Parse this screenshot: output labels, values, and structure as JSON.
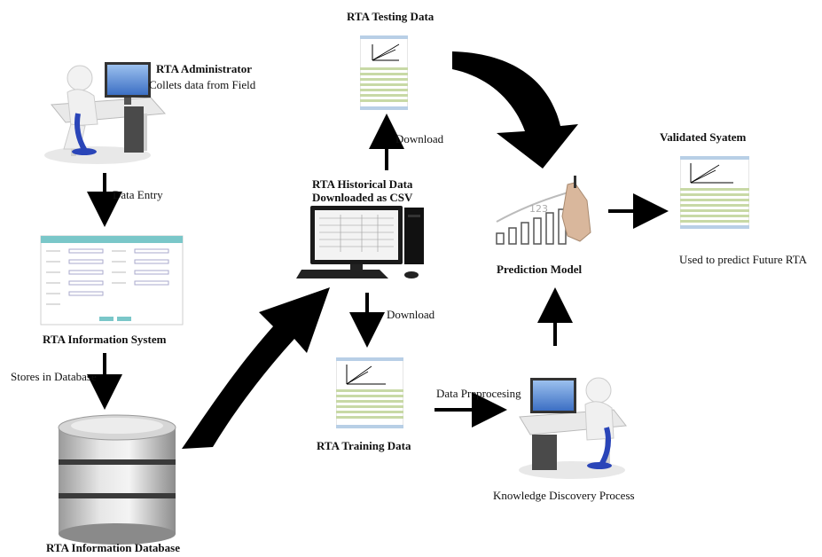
{
  "nodes": {
    "administrator": {
      "title": "RTA Administrator",
      "subtitle": "Collets data from Field"
    },
    "info_system": {
      "title": "RTA Information System"
    },
    "database": {
      "title": "RTA Information Database"
    },
    "historical": {
      "title_line1": "RTA Historical Data",
      "title_line2": "Downloaded as CSV"
    },
    "testing": {
      "title": "RTA Testing Data"
    },
    "training": {
      "title": "RTA Training Data"
    },
    "prediction": {
      "title": "Prediction Model"
    },
    "validated": {
      "title": "Validated Syatem",
      "caption": "Used to predict Future RTA"
    },
    "knowledge": {
      "caption": "Knowledge Discovery Process"
    }
  },
  "edges": {
    "data_entry": "Data Entry",
    "stores": "Stores in Database",
    "download_up": "Download",
    "download_down": "Download",
    "preprocessing": "Data Preprocesing"
  },
  "colors": {
    "arrow": "#000000",
    "doc_stripe": "#c8d9a6",
    "doc_header": "#b8cfe6",
    "form_header": "#7ac7c9"
  }
}
